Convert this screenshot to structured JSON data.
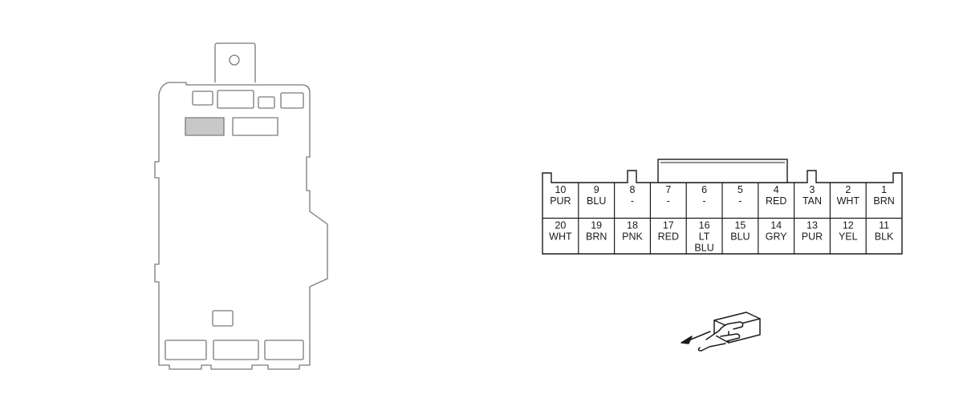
{
  "connector": {
    "pins": [
      {
        "num": "10",
        "lines": [
          "PUR"
        ]
      },
      {
        "num": "9",
        "lines": [
          "BLU"
        ]
      },
      {
        "num": "8",
        "lines": [
          "-"
        ]
      },
      {
        "num": "7",
        "lines": [
          "-"
        ]
      },
      {
        "num": "6",
        "lines": [
          "-"
        ]
      },
      {
        "num": "5",
        "lines": [
          "-"
        ]
      },
      {
        "num": "4",
        "lines": [
          "RED"
        ]
      },
      {
        "num": "3",
        "lines": [
          "TAN"
        ]
      },
      {
        "num": "2",
        "lines": [
          "WHT"
        ]
      },
      {
        "num": "1",
        "lines": [
          "BRN"
        ]
      },
      {
        "num": "20",
        "lines": [
          "WHT"
        ]
      },
      {
        "num": "19",
        "lines": [
          "BRN"
        ]
      },
      {
        "num": "18",
        "lines": [
          "PNK"
        ]
      },
      {
        "num": "17",
        "lines": [
          "RED"
        ]
      },
      {
        "num": "16",
        "lines": [
          "LT",
          "BLU"
        ]
      },
      {
        "num": "15",
        "lines": [
          "BLU"
        ]
      },
      {
        "num": "14",
        "lines": [
          "GRY"
        ]
      },
      {
        "num": "13",
        "lines": [
          "PUR"
        ]
      },
      {
        "num": "12",
        "lines": [
          "YEL"
        ]
      },
      {
        "num": "11",
        "lines": [
          "BLK"
        ]
      }
    ]
  },
  "colors": {
    "outline": "#1a1a1a",
    "module_outline": "#7a7a7a",
    "highlight_slot": "#c8c8c8",
    "background": "#ffffff"
  },
  "icons": {
    "view_indicator": "hand-pointing-terminal-side-icon"
  }
}
